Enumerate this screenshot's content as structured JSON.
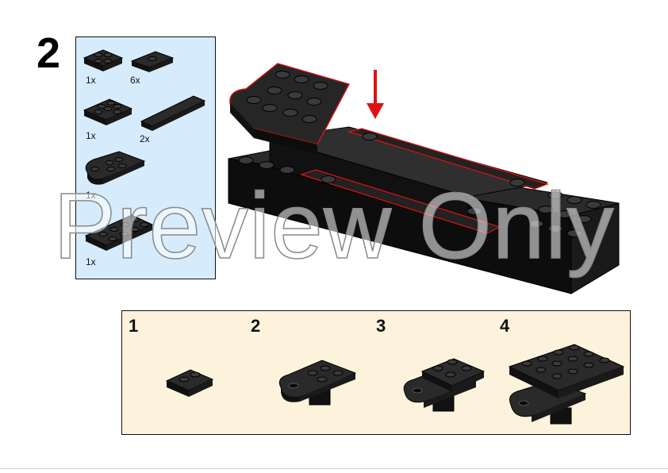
{
  "step": {
    "number": "2"
  },
  "parts_list": {
    "items": [
      {
        "qty": "1x",
        "part": "plate 2x2",
        "color": "black"
      },
      {
        "qty": "6x",
        "part": "plate 1x2 with 1 stud",
        "color": "black"
      },
      {
        "qty": "1x",
        "part": "plate 2x3",
        "color": "black"
      },
      {
        "qty": "2x",
        "part": "tile 1x4",
        "color": "black"
      },
      {
        "qty": "1x",
        "part": "plate 2x3 rounded end",
        "color": "black"
      },
      {
        "qty": "1x",
        "part": "plate 2x4",
        "color": "black"
      }
    ]
  },
  "arrow": {
    "color": "#e01010",
    "icon": "down-arrow-icon"
  },
  "highlight_color": "#e01010",
  "panel_colors": {
    "parts_bg": "#d6ecfc",
    "subassembly_bg": "#fdf3dc"
  },
  "subassembly": {
    "steps": [
      {
        "number": "1"
      },
      {
        "number": "2"
      },
      {
        "number": "3"
      },
      {
        "number": "4"
      }
    ]
  },
  "watermark": {
    "text": "Preview Only"
  }
}
